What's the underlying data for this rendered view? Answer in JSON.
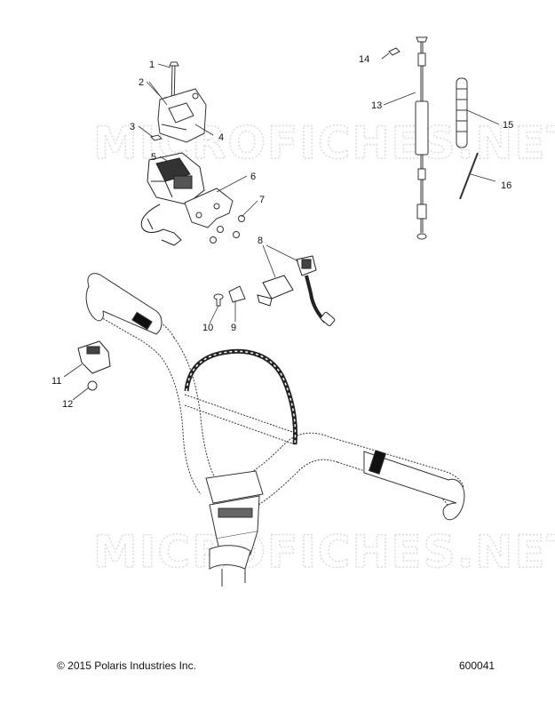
{
  "watermarks": [
    "MICROFICHES.NET",
    "MICROFICHES.NET"
  ],
  "callouts": [
    {
      "id": 1,
      "label": "1"
    },
    {
      "id": 2,
      "label": "2"
    },
    {
      "id": 3,
      "label": "3"
    },
    {
      "id": 4,
      "label": "4"
    },
    {
      "id": 5,
      "label": "5"
    },
    {
      "id": 6,
      "label": "6"
    },
    {
      "id": 7,
      "label": "7"
    },
    {
      "id": 8,
      "label": "8"
    },
    {
      "id": 9,
      "label": "9"
    },
    {
      "id": 10,
      "label": "10"
    },
    {
      "id": 11,
      "label": "11"
    },
    {
      "id": 12,
      "label": "12"
    },
    {
      "id": 13,
      "label": "13"
    },
    {
      "id": 14,
      "label": "14"
    },
    {
      "id": 15,
      "label": "15"
    },
    {
      "id": 16,
      "label": "16"
    }
  ],
  "footer": {
    "copyright": "© 2015 Polaris Industries Inc.",
    "diagram_number": "600041"
  }
}
